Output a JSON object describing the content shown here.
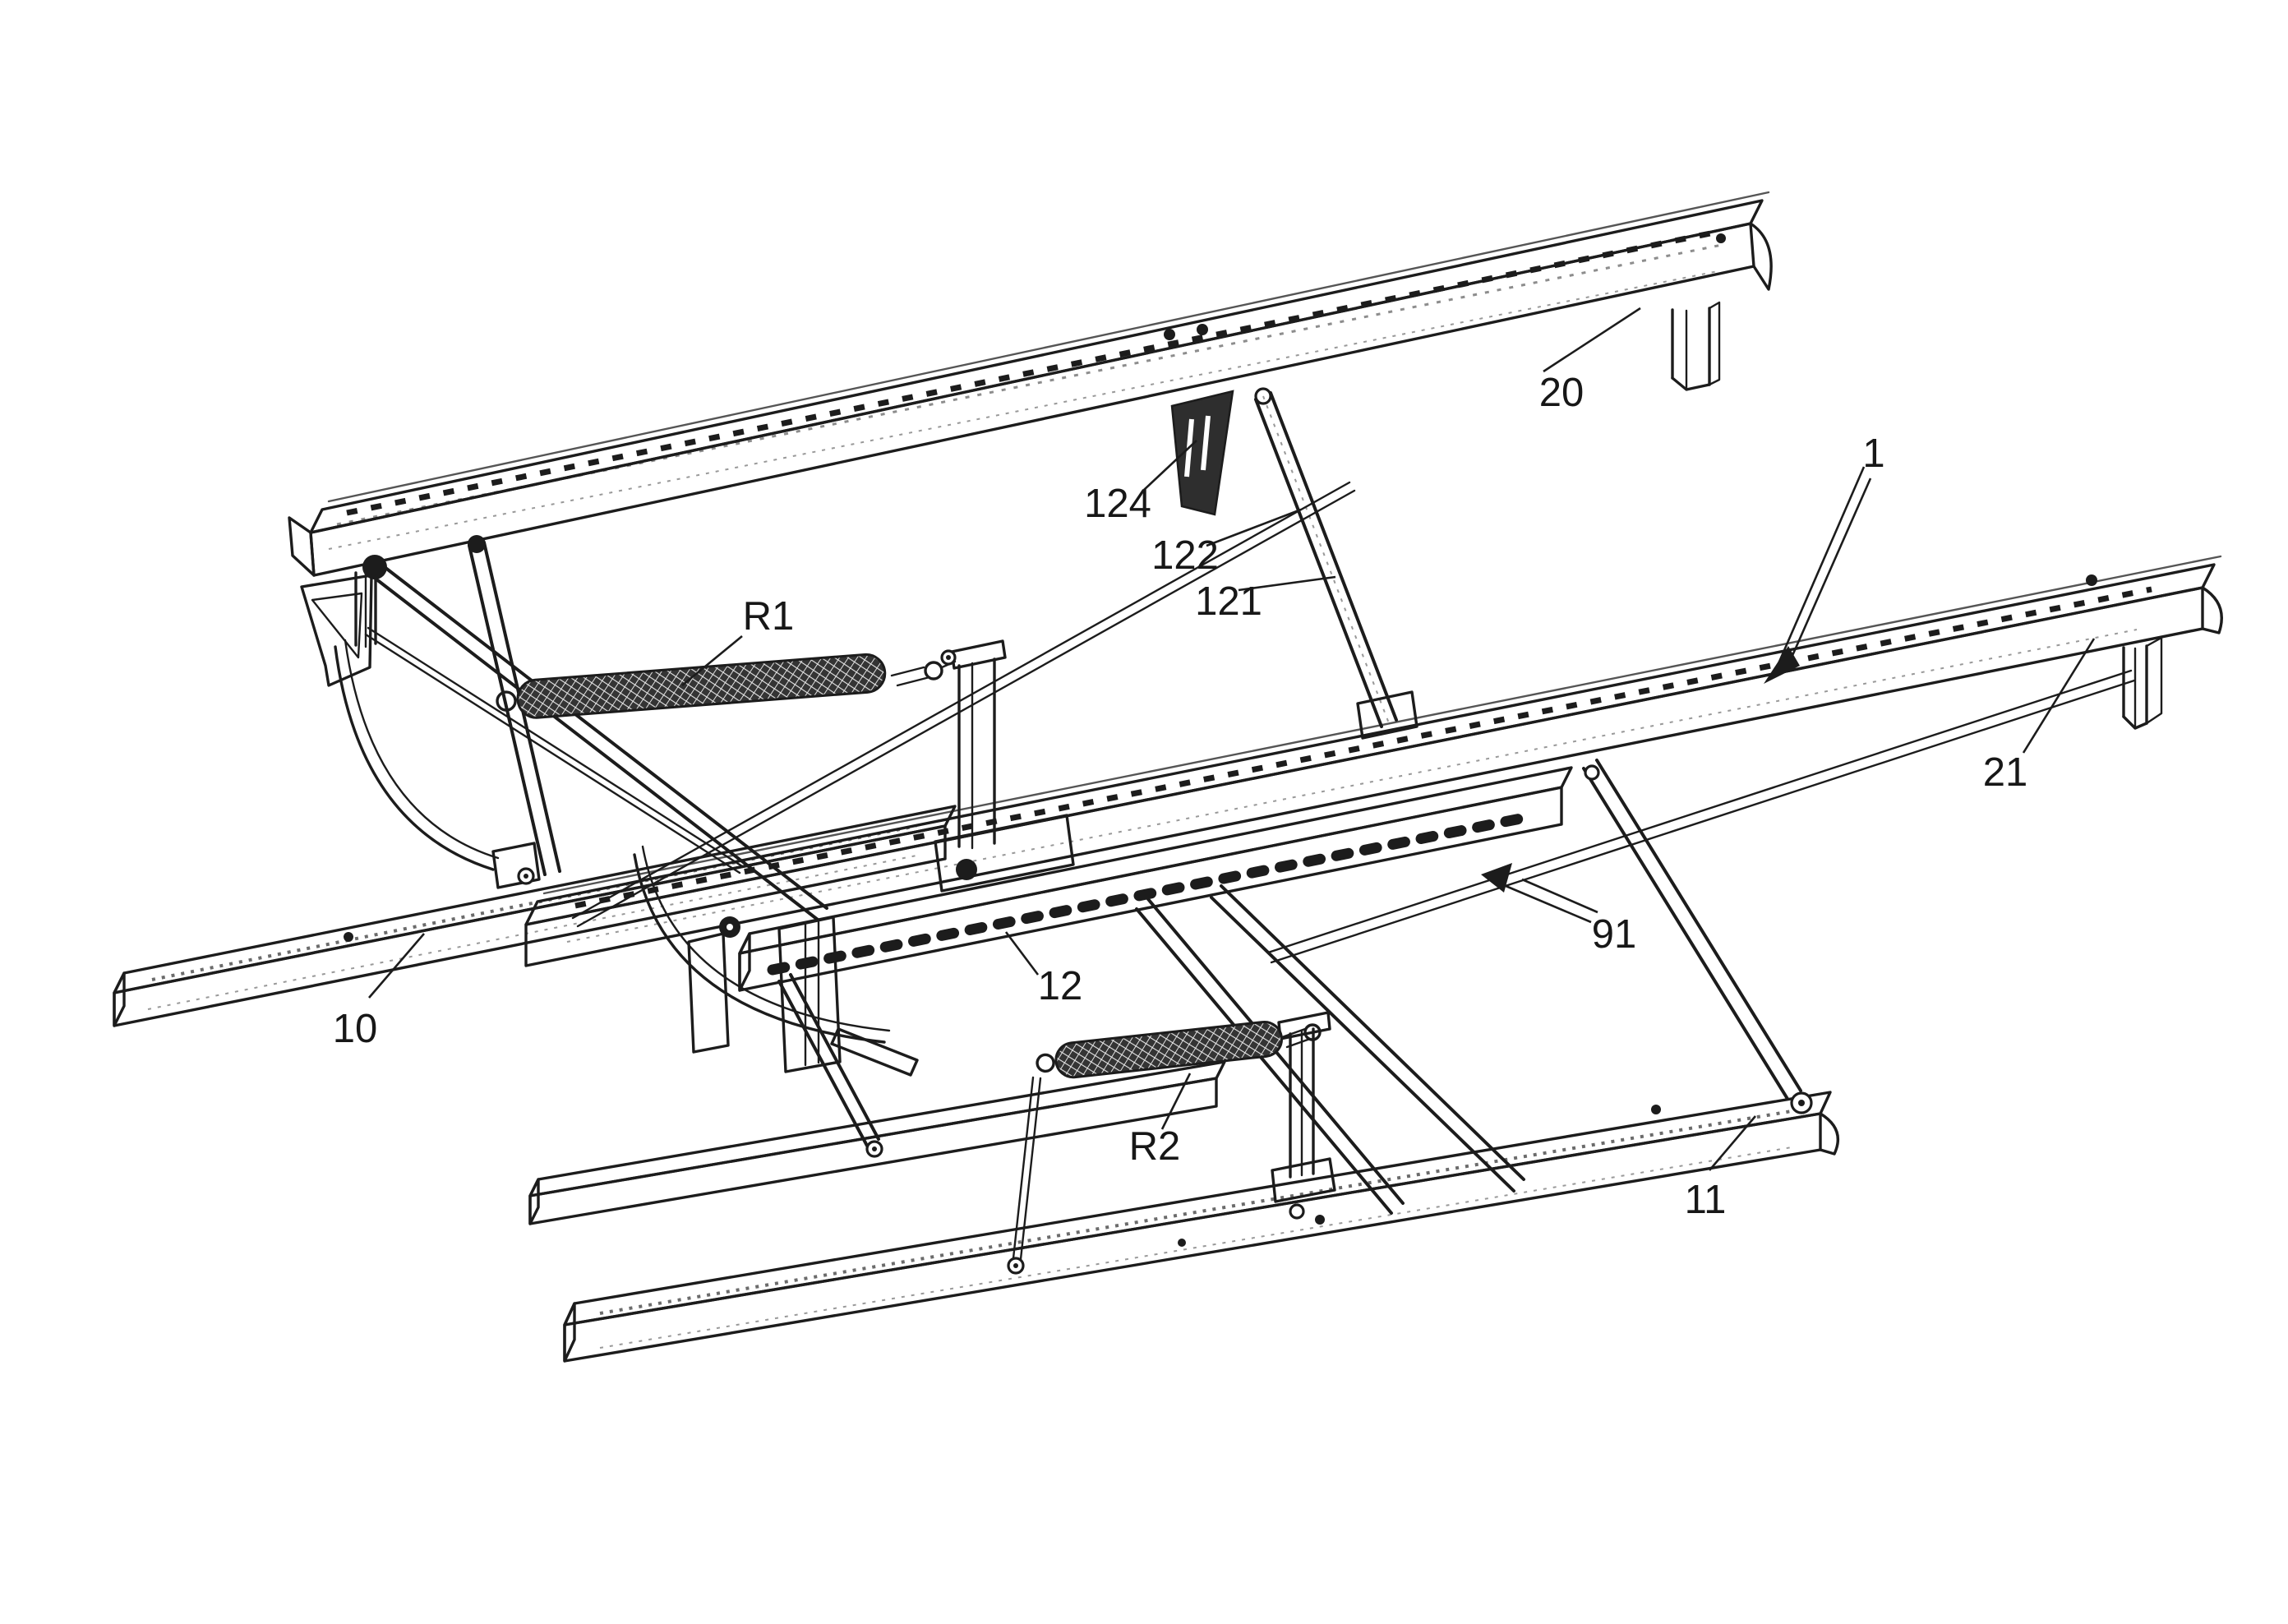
{
  "page": {
    "background": "#ffffff",
    "kind": "patent-style isometric line drawing",
    "subject": "folding scissor-lift bed frame mechanism"
  },
  "drawing": {
    "stroke_color": "#1c1c1c",
    "labels": {
      "assembly": "1",
      "rail_rear": "20",
      "rail_front": "21",
      "runner_rear": "10",
      "runner_front": "11",
      "beam_center": "12",
      "brace": "91",
      "strut_inner": "121",
      "strut_outer": "122",
      "bracket_plate": "124",
      "spring_rear": "R1",
      "spring_front": "R2"
    }
  }
}
